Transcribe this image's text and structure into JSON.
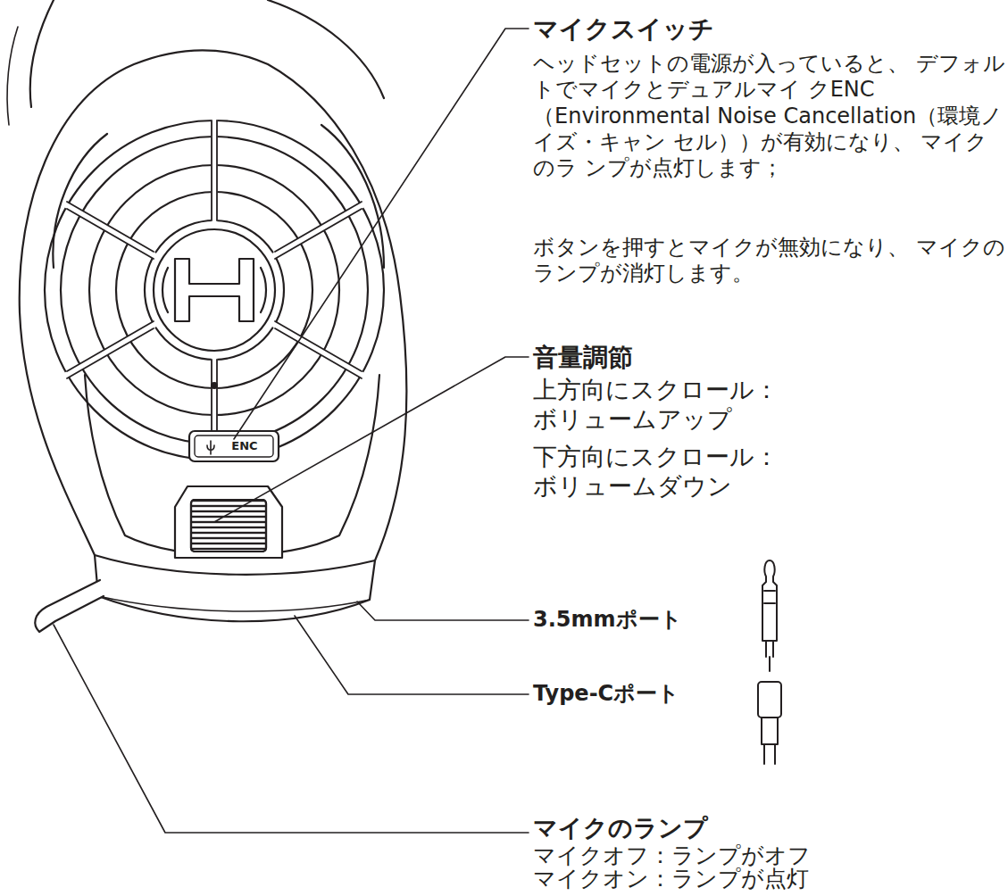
{
  "diagram": {
    "labels": [
      "マイクスイッチ",
      "ヘッドセットの電源が入っていると、 デフォルトでマイクとデュアルマイ クENC（Environmental Noise Cancellation（環境ノイズ・キャン セル））が有効になり、 マイクのラ ンプが点灯します；",
      "ボタンを押すとマイクが無効になり、 マイクのランプが消灯します。",
      "音量調節",
      "上方向にスクロール： ボリュームアップ",
      "下方向にスクロール： ボリュームダウン",
      "3.5mmポート",
      "Type-Cポート",
      "マイクのランプ",
      "マイクオフ：ランプがオフ",
      "マイクオン：ランプが点灯",
      "ENC"
    ]
  }
}
